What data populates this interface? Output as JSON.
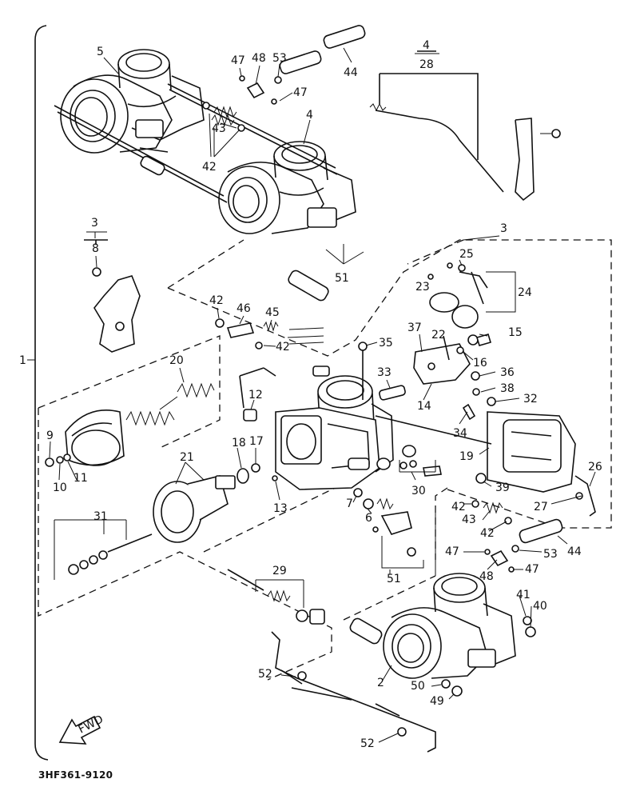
{
  "diagram": {
    "code": "3HF361-9120",
    "fwd_label": "FWD",
    "group_label": "1",
    "callouts": [
      {
        "key": "c5",
        "text": "5"
      },
      {
        "key": "c47a",
        "text": "47"
      },
      {
        "key": "c48a",
        "text": "48"
      },
      {
        "key": "c53a",
        "text": "53"
      },
      {
        "key": "c47b",
        "text": "47"
      },
      {
        "key": "c44a",
        "text": "44"
      },
      {
        "key": "c4a",
        "text": "4"
      },
      {
        "key": "c28",
        "text": "28"
      },
      {
        "key": "c4b",
        "text": "4"
      },
      {
        "key": "c43a",
        "text": "43"
      },
      {
        "key": "c42a",
        "text": "42"
      },
      {
        "key": "c3a",
        "text": "3"
      },
      {
        "key": "c8",
        "text": "8"
      },
      {
        "key": "c3b",
        "text": "3"
      },
      {
        "key": "c25",
        "text": "25"
      },
      {
        "key": "c24",
        "text": "24"
      },
      {
        "key": "c23",
        "text": "23"
      },
      {
        "key": "c22",
        "text": "22"
      },
      {
        "key": "c51a",
        "text": "51"
      },
      {
        "key": "c42b",
        "text": "42"
      },
      {
        "key": "c46",
        "text": "46"
      },
      {
        "key": "c45",
        "text": "45"
      },
      {
        "key": "c42c",
        "text": "42"
      },
      {
        "key": "c15",
        "text": "15"
      },
      {
        "key": "c37",
        "text": "37"
      },
      {
        "key": "c35",
        "text": "35"
      },
      {
        "key": "c16",
        "text": "16"
      },
      {
        "key": "c20",
        "text": "20"
      },
      {
        "key": "c33",
        "text": "33"
      },
      {
        "key": "c36",
        "text": "36"
      },
      {
        "key": "c38",
        "text": "38"
      },
      {
        "key": "c14",
        "text": "14"
      },
      {
        "key": "c32",
        "text": "32"
      },
      {
        "key": "c12",
        "text": "12"
      },
      {
        "key": "c34",
        "text": "34"
      },
      {
        "key": "c9",
        "text": "9"
      },
      {
        "key": "c18",
        "text": "18"
      },
      {
        "key": "c17",
        "text": "17"
      },
      {
        "key": "c21",
        "text": "21"
      },
      {
        "key": "c19",
        "text": "19"
      },
      {
        "key": "c10",
        "text": "10"
      },
      {
        "key": "c11",
        "text": "11"
      },
      {
        "key": "c13",
        "text": "13"
      },
      {
        "key": "c26",
        "text": "26"
      },
      {
        "key": "c30",
        "text": "30"
      },
      {
        "key": "c7",
        "text": "7"
      },
      {
        "key": "c39",
        "text": "39"
      },
      {
        "key": "c27",
        "text": "27"
      },
      {
        "key": "c31",
        "text": "31"
      },
      {
        "key": "c6",
        "text": "6"
      },
      {
        "key": "c42d",
        "text": "42"
      },
      {
        "key": "c43b",
        "text": "43"
      },
      {
        "key": "c42e",
        "text": "42"
      },
      {
        "key": "c44b",
        "text": "44"
      },
      {
        "key": "c47c",
        "text": "47"
      },
      {
        "key": "c53b",
        "text": "53"
      },
      {
        "key": "c51b",
        "text": "51"
      },
      {
        "key": "c48b",
        "text": "48"
      },
      {
        "key": "c47d",
        "text": "47"
      },
      {
        "key": "c29",
        "text": "29"
      },
      {
        "key": "c41",
        "text": "41"
      },
      {
        "key": "c40",
        "text": "40"
      },
      {
        "key": "c52a",
        "text": "52"
      },
      {
        "key": "c2",
        "text": "2"
      },
      {
        "key": "c50",
        "text": "50"
      },
      {
        "key": "c49",
        "text": "49"
      },
      {
        "key": "c52b",
        "text": "52"
      }
    ]
  }
}
